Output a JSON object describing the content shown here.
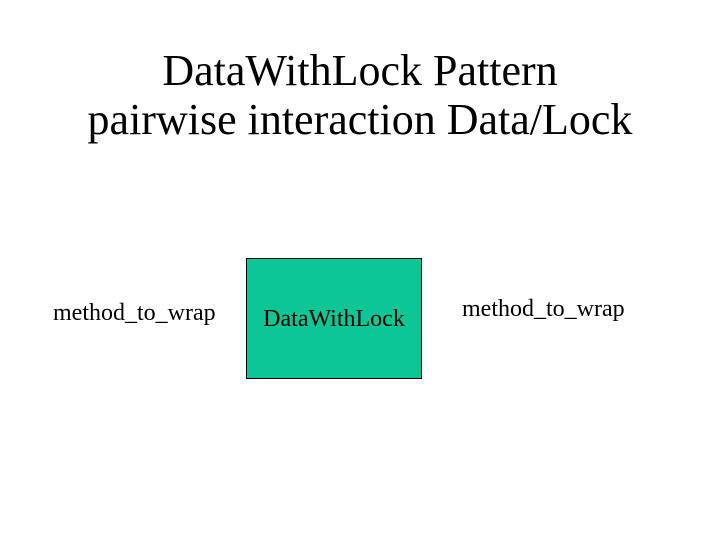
{
  "slide": {
    "title": {
      "line1": "DataWithLock Pattern",
      "line2": "pairwise interaction Data/Lock"
    },
    "diagram": {
      "left_method_label": "method_to_wrap",
      "center_box_label": "DataWithLock",
      "right_method_label": "method_to_wrap"
    },
    "colors": {
      "background": "#ffffff",
      "text": "#000000",
      "box_fill": "#0cc795",
      "box_border": "#000000"
    }
  }
}
